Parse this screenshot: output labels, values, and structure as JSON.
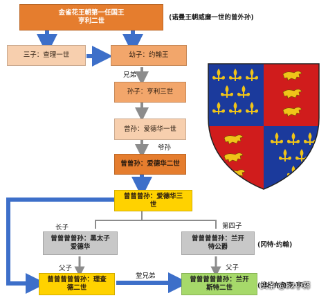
{
  "nodes": {
    "king": "金雀花王朝第一任国王\n亨利二世",
    "third_son": "三子：查理一世",
    "youngest_son": "幼子：约翰王",
    "grandson": "孙子：亨利三世",
    "great_grandson": "曾孙：爱德华一世",
    "gg_grandson": "曾曾孙：爱德华二世",
    "ggg_grandson": "曾曾曾孙：爱德华三\n世",
    "black_prince": "曾曾曾曾孙：黑太子\n爱德华",
    "lionel": "曾曾曾曾孙：兰开\n特公爵",
    "richard": "曾曾曾曾曾孙：理查\n德二世",
    "henry4": "曾曾曾曾曾孙：兰开\n斯特二世"
  },
  "notes": {
    "king_note": "(诺曼王朝威廉一世的曾外孙)",
    "brothers": "兄弟",
    "grandpa_grandson": "爷孙",
    "eldest_son": "长子",
    "fourth_son": "第四子",
    "father_son_left": "父子",
    "father_son_right": "父子",
    "cousins": "堂兄弟",
    "lionel_note": "(冈特·约翰)",
    "henry4_note": "(博林布鲁克·亨利"
  },
  "watermark": "头条 @32小释",
  "colors": {
    "arrow_blue": "#3d6fc9",
    "arrow_gray": "#8c8c8c",
    "dark_orange": "#e57d2e",
    "gold": "#ffd200",
    "green": "#a6d96a",
    "shield_red": "#d01c1c",
    "shield_blue": "#1b3a9c",
    "shield_gold": "#f0c419"
  },
  "shield_icon": "royal-coat-of-arms-icon"
}
